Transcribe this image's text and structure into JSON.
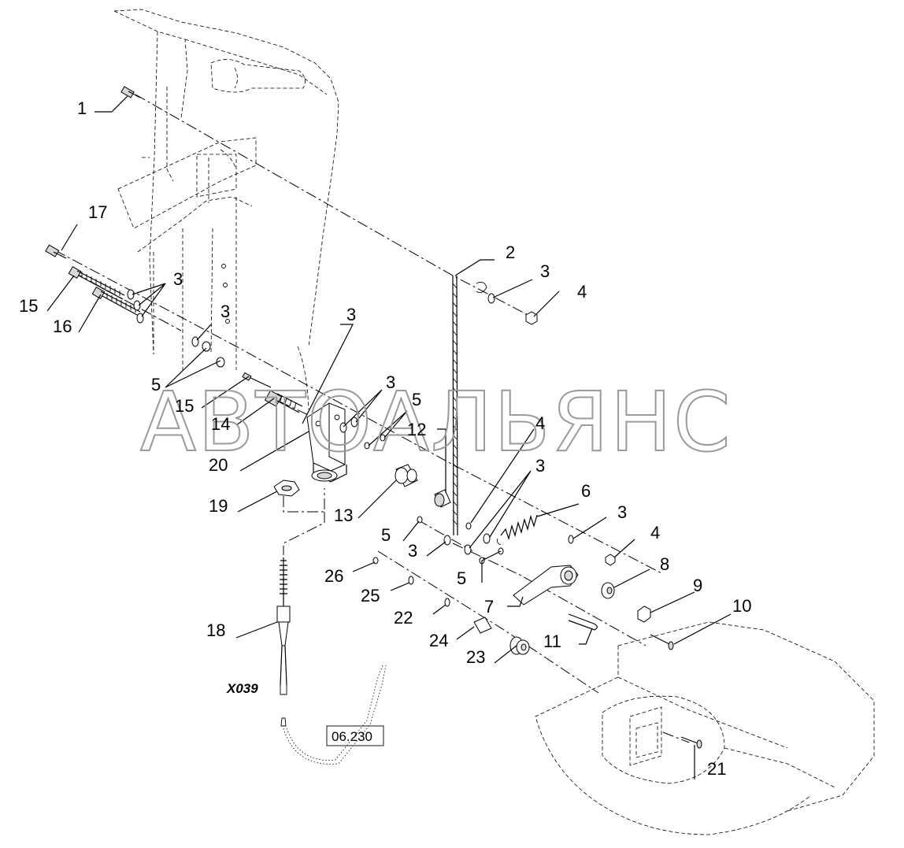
{
  "watermark": "АВТОАЛЬЯНС",
  "connector_code": "X039",
  "reference_box": "06.230",
  "callouts": {
    "c1": "1",
    "c17": "17",
    "c15a": "15",
    "c16": "16",
    "c3a": "3",
    "c3b": "3",
    "c5a": "5",
    "c15b": "15",
    "c14": "14",
    "c3c": "3",
    "c20": "20",
    "c19": "19",
    "c3d": "3",
    "c5b": "5",
    "c12": "12",
    "c13": "13",
    "c2": "2",
    "c3e": "3",
    "c4a": "4",
    "c4b": "4",
    "c3f": "3",
    "c6": "6",
    "c3g": "3",
    "c4c": "4",
    "c5c": "5",
    "c3h": "3",
    "c5d": "5",
    "c8": "8",
    "c9": "9",
    "c10": "10",
    "c26": "26",
    "c25": "25",
    "c22": "22",
    "c24": "24",
    "c7": "7",
    "c11": "11",
    "c23": "23",
    "c18": "18",
    "c21": "21"
  }
}
